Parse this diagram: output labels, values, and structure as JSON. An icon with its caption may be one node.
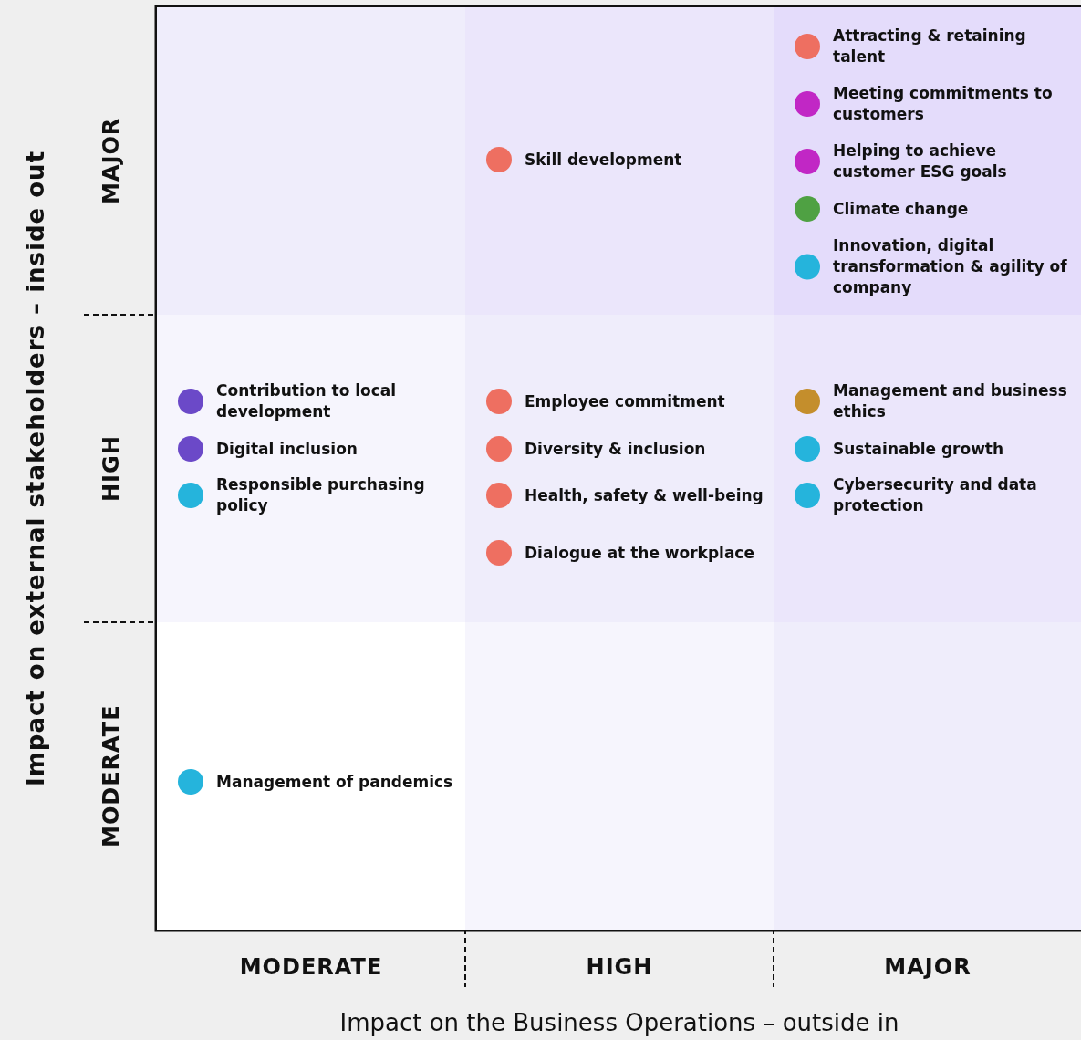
{
  "diagram": {
    "nodes": [
      {
        "text": [],
        "shape": "box"
      },
      {
        "text": [],
        "shape": "box"
      },
      {
        "text": [],
        "shape": "box"
      },
      {
        "text": [],
        "shape": "box"
      },
      {
        "text": [],
        "shape": "box"
      },
      {
        "text": [],
        "shape": "box"
      },
      {
        "text": [],
        "shape": "box"
      },
      {
        "text": [],
        "shape": "box"
      },
      {
        "text": [],
        "shape": "box"
      },
      {
        "text": [
          "Skill development"
        ],
        "in": 1
      },
      {
        "text": [
          "Attracting & retaining talent"
        ],
        "in": 2
      },
      {
        "text": [
          "Meeting commitments to customers"
        ],
        "in": 2
      },
      {
        "text": [
          "Helping to achieve customer ESG goals"
        ],
        "in": 2
      },
      {
        "text": [
          "Climate change"
        ],
        "in": 2
      },
      {
        "text": [
          "Innovation, digital transformation & agility of company"
        ],
        "in": 2
      },
      {
        "text": [
          "Contribution to local development"
        ],
        "in": 3
      },
      {
        "text": [
          "Digital inclusion"
        ],
        "in": 3
      },
      {
        "text": [
          "Responsible purchasing policy"
        ],
        "in": 3
      },
      {
        "text": [
          "Employee commitment"
        ],
        "in": 4
      },
      {
        "text": [
          "Diversity & inclusion"
        ],
        "in": 4
      },
      {
        "text": [
          "Health, safety & well-being"
        ],
        "in": 4
      },
      {
        "text": [
          "Dialogue at the workplace"
        ],
        "in": 4
      },
      {
        "text": [
          "Management and business ethics"
        ],
        "in": 5
      },
      {
        "text": [
          "Sustainable growth"
        ],
        "in": 5
      },
      {
        "text": [
          "Cybersecurity and data protection"
        ],
        "in": 5
      },
      {
        "text": [
          "Management of pandemics"
        ],
        "in": 6
      }
    ],
    "edges": [],
    "labels": [
      "Impact on external stakeholders – inside out",
      "MAJOR",
      "HIGH",
      "MODERATE",
      "MODERATE",
      "HIGH",
      "MAJOR",
      "Impact on the Business Operations – outside in"
    ]
  }
}
